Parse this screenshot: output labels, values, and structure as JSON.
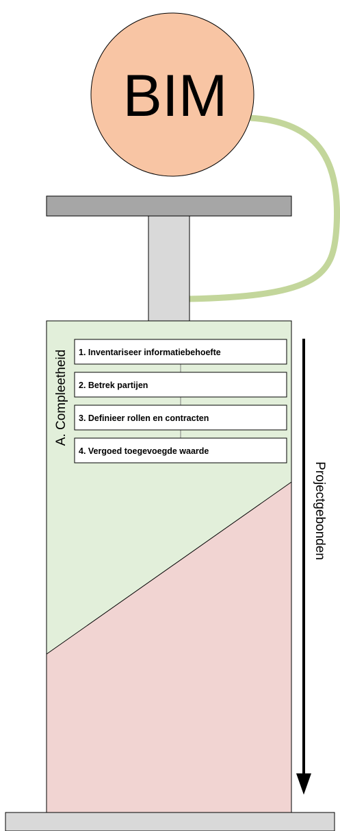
{
  "bubble": {
    "label": "BIM",
    "fill": "#F8C5A4",
    "stroke": "#000000"
  },
  "hose_color": "#C3D69B",
  "pump": {
    "handle_color": "#A6A6A6",
    "rod_color": "#D9D9D9",
    "base_color": "#D9D9D9",
    "upper_fill": "#E2EFDA",
    "lower_fill": "#F1D4D2"
  },
  "section_label": "A. Compleetheid",
  "steps": [
    {
      "label": "1. Inventariseer informatiebehoefte"
    },
    {
      "label": "2. Betrek partijen"
    },
    {
      "label": "3. Definieer rollen en contracten"
    },
    {
      "label": "4. Vergoed toegevoegde waarde"
    }
  ],
  "arrow_label": "Projectgebonden"
}
